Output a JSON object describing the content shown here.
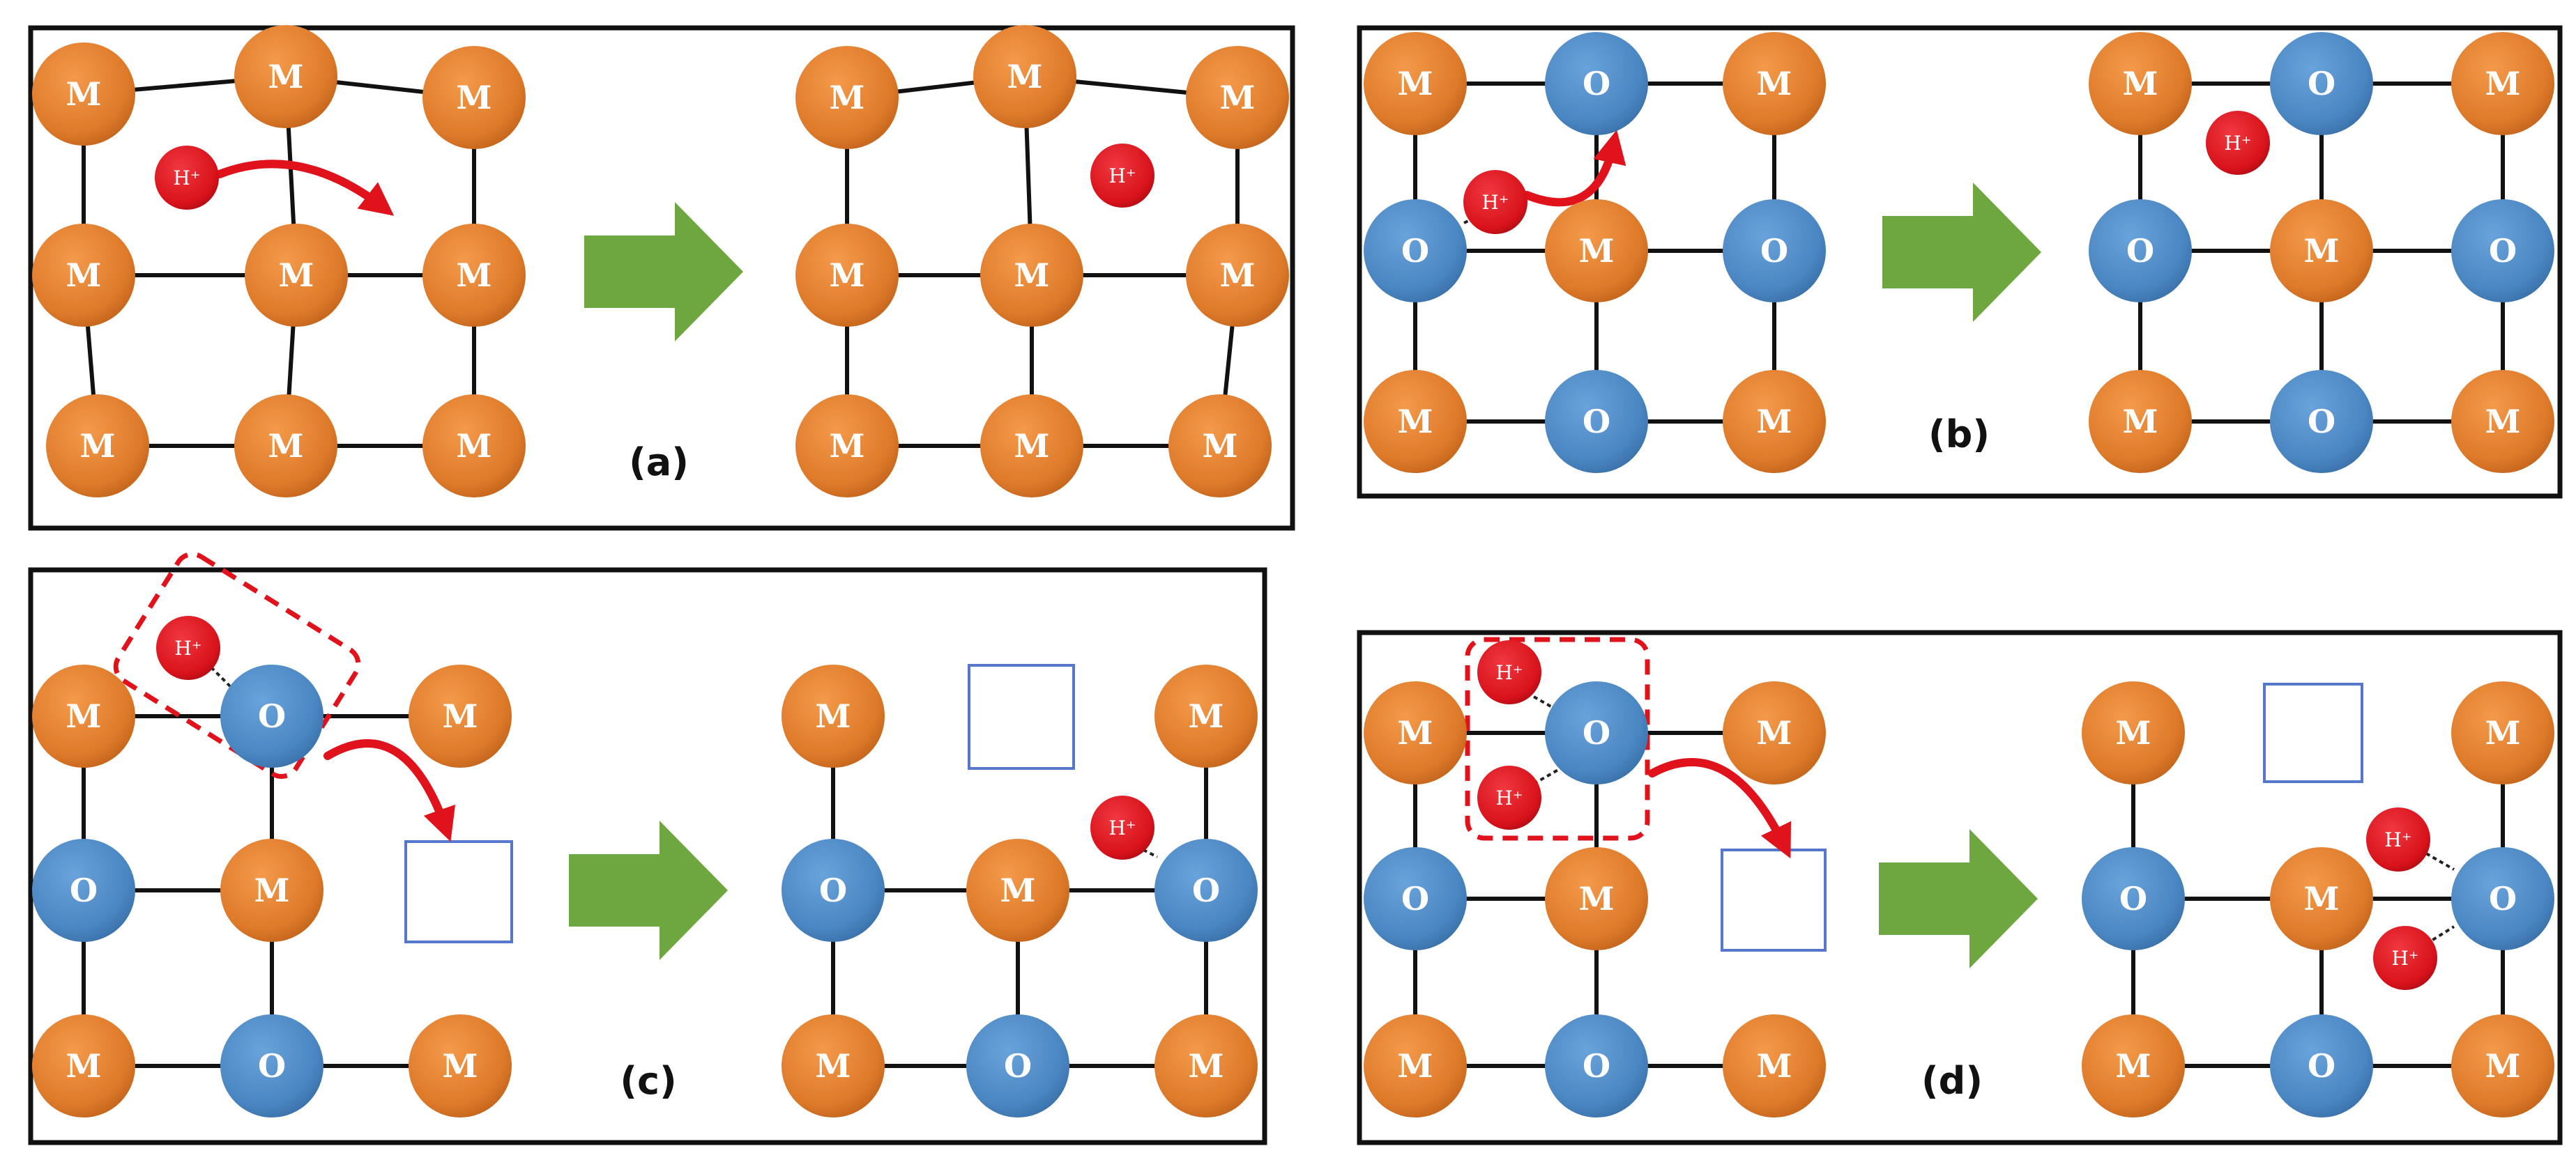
{
  "atom_labels": {
    "metal": "M",
    "oxygen": "O",
    "proton": "H⁺"
  },
  "colors": {
    "metal": "#de7a2a",
    "oxygen": "#4a86c2",
    "proton": "#d8121b",
    "arrow": "#6ea63f",
    "path": "#e0121b",
    "frame": "#111111",
    "vacancy": "#5577cc"
  },
  "panels": [
    {
      "id": "a",
      "label": "(a)"
    },
    {
      "id": "b",
      "label": "(b)"
    },
    {
      "id": "c",
      "label": "(c)"
    },
    {
      "id": "d",
      "label": "(d)"
    }
  ]
}
